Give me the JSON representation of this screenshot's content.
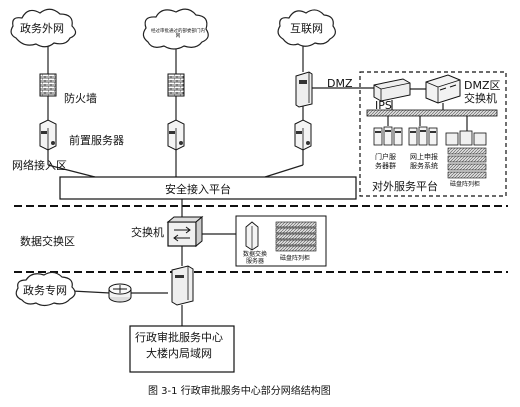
{
  "clouds": {
    "gov_external": "政务外网",
    "dept_intranet": "经过审批通过的部委部门内网",
    "internet": "互联网",
    "gov_private": "政务专网"
  },
  "labels": {
    "firewall": "防火墙",
    "front_server": "前置服务器",
    "access_zone": "网络接入区",
    "security_platform": "安全接入平台",
    "exchange_zone": "数据交换区",
    "switch": "交换机",
    "dmz": "DMZ",
    "ips": "IPS",
    "dmz_switch_1": "DMZ区",
    "dmz_switch_2": "交换机",
    "portal_servers_1": "门户服",
    "portal_servers_2": "务器群",
    "online_system_1": "网上申报",
    "online_system_2": "服务系统",
    "disk_array_right": "磁盘阵列柜",
    "external_platform": "对外服务平台",
    "data_exchange_server_1": "数据交换",
    "data_exchange_server_2": "服务器",
    "disk_array_center": "磁盘阵列柜",
    "lan_1": "行政审批服务中心",
    "lan_2": "大楼内局域网"
  },
  "caption": "图 3-1  行政审批服务中心部分网络结构图"
}
